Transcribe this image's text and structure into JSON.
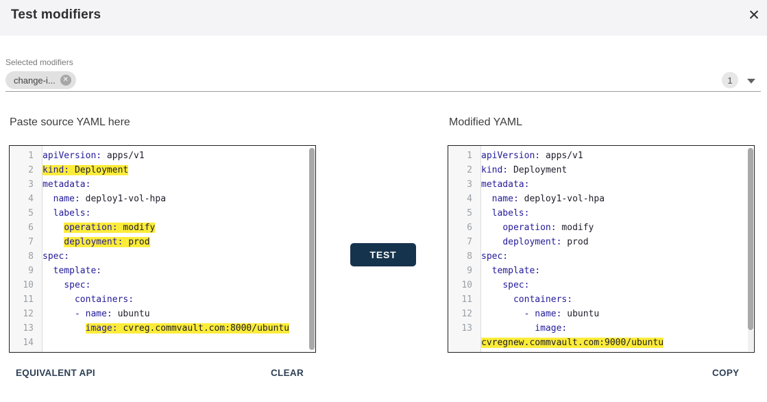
{
  "header": {
    "title": "Test modifiers",
    "close_icon": "✕"
  },
  "modifiers": {
    "label": "Selected modifiers",
    "chips": [
      {
        "label": "change-i...",
        "remove_icon": "✕"
      }
    ],
    "count_badge": "1",
    "dropdown_icon": "caret-down"
  },
  "source_editor": {
    "title": "Paste source YAML here",
    "lines": [
      {
        "n": "1",
        "t": "apiVersion: apps/v1",
        "hl": false
      },
      {
        "n": "2",
        "t": "kind: Deployment",
        "hl": true
      },
      {
        "n": "3",
        "t": "metadata:",
        "hl": false
      },
      {
        "n": "4",
        "t": "  name: deploy1-vol-hpa",
        "hl": false
      },
      {
        "n": "5",
        "t": "  labels:",
        "hl": false
      },
      {
        "n": "6",
        "t": "    operation: modify",
        "hl": true
      },
      {
        "n": "7",
        "t": "    deployment: prod",
        "hl": true
      },
      {
        "n": "8",
        "t": "spec:",
        "hl": false
      },
      {
        "n": "9",
        "t": "  template:",
        "hl": false
      },
      {
        "n": "10",
        "t": "    spec:",
        "hl": false
      },
      {
        "n": "11",
        "t": "      containers:",
        "hl": false
      },
      {
        "n": "12",
        "t": "      - name: ubuntu",
        "hl": false
      },
      {
        "n": "13",
        "t": "        image: cvreg.commvault.com:8000/ubuntu",
        "hl": true
      },
      {
        "n": "14",
        "t": "",
        "hl": false
      }
    ]
  },
  "modified_editor": {
    "title": "Modified YAML",
    "lines": [
      {
        "n": "1",
        "t": "apiVersion: apps/v1",
        "hl": false
      },
      {
        "n": "2",
        "t": "kind: Deployment",
        "hl": false
      },
      {
        "n": "3",
        "t": "metadata:",
        "hl": false
      },
      {
        "n": "4",
        "t": "  name: deploy1-vol-hpa",
        "hl": false
      },
      {
        "n": "5",
        "t": "  labels:",
        "hl": false
      },
      {
        "n": "6",
        "t": "    operation: modify",
        "hl": false
      },
      {
        "n": "7",
        "t": "    deployment: prod",
        "hl": false
      },
      {
        "n": "8",
        "t": "spec:",
        "hl": false
      },
      {
        "n": "9",
        "t": "  template:",
        "hl": false
      },
      {
        "n": "10",
        "t": "    spec:",
        "hl": false
      },
      {
        "n": "11",
        "t": "      containers:",
        "hl": false
      },
      {
        "n": "12",
        "t": "        - name: ubuntu",
        "hl": false
      },
      {
        "n": "13",
        "t": "          image:",
        "hl": false
      },
      {
        "n": "",
        "t": "cvregnew.commvault.com:9000/ubuntu",
        "hl": true
      }
    ]
  },
  "test_button": {
    "label": "TEST"
  },
  "actions": {
    "equivalent_api": "EQUIVALENT API",
    "clear": "CLEAR",
    "copy": "COPY"
  },
  "colors": {
    "highlight": "#fcec3a",
    "button_bg": "#16334d",
    "header_bg": "#f4f4f7",
    "key_color": "#221a99",
    "link_color": "#2d3f55"
  }
}
